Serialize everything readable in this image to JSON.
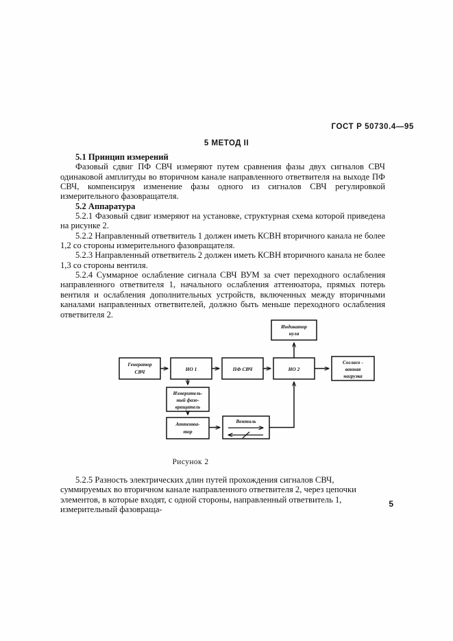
{
  "document": {
    "header": "ГОСТ Р 50730.4—95",
    "section_title": "5 МЕТОД II",
    "page_number": "5"
  },
  "content": {
    "heading_5_1": "5.1 Принцип измерений",
    "para_5_1": "Фазовый сдвиг ПФ СВЧ измеряют путем сравнения фазы двух сигналов СВЧ одинаковой амплитуды во вторичном канале направленного ответвителя на выходе ПФ СВЧ, компенсируя изменение фазы одного из сигналов СВЧ регулировкой измерительного фазовращателя.",
    "heading_5_2": "5.2 Аппаратура",
    "para_5_2_1": "5.2.1 Фазовый сдвиг измеряют на установке, структурная схема которой приведена на рисунке 2.",
    "para_5_2_2": "5.2.2 Направленный ответвитель 1 должен иметь КСВН вторичного канала не более 1,2 со стороны измерительного фазовращателя.",
    "para_5_2_3": "5.2.3 Направленный ответвитель 2 должен иметь КСВН вторичного канала не более 1,3 со стороны вентиля.",
    "para_5_2_4": "5.2.4 Суммарное ослабление сигнала СВЧ ВУМ за счет переходного ослабления направленного ответвителя 1, начального ослабления аттенюатора, прямых потерь вентиля и ослабления дополнительных устройств, включенных между вторичными каналами направленных ответвителей, должно быть меньше переходного ослабления ответвителя 2.",
    "para_5_2_5": "5.2.5 Разность электрических длин путей прохождения сигналов СВЧ, суммируемых во вторичном канале направленного ответвителя 2, через цепочки элементов, в которые входят, с одной стороны, направленный ответвитель 1, измерительный фазовраща-"
  },
  "figure": {
    "caption": "Рисунок 2",
    "blocks": {
      "generator": {
        "line1": "Генератор",
        "line2": "СВЧ"
      },
      "coupler1": {
        "line1": "НО 1"
      },
      "pf_svch": {
        "line1": "ПФ СВЧ"
      },
      "coupler2": {
        "line1": "НО 2"
      },
      "null_indicator": {
        "line1": "Индикатор",
        "line2": "нуля"
      },
      "matched_load": {
        "line1": "Согласо -",
        "line2": "ванная",
        "line3": "нагрузка"
      },
      "phase_shifter": {
        "line1": "Измеритель-",
        "line2": "ный фазо-",
        "line3": "вращатель"
      },
      "attenuator": {
        "line1": "Аттенюа-",
        "line2": "тор"
      },
      "isolator": {
        "line1": "Вентиль"
      }
    }
  }
}
